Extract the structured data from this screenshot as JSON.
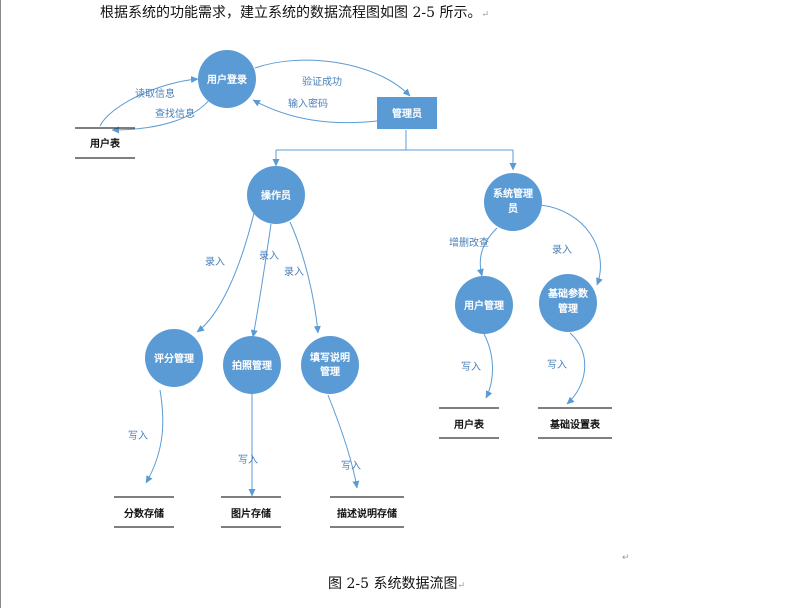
{
  "intro_text": "根据系统的功能需求，建立系统的数据流程图如图 2-5 所示。",
  "caption": "图 2-5  系统数据流图",
  "paragraph_mark": "↵",
  "colors": {
    "node": "#5b9bd5",
    "flow_label": "#4a7fb8",
    "store_text": "#111111"
  },
  "nodes": {
    "user_login": "用户登录",
    "admin": "管理员",
    "operator": "操作员",
    "sys_admin_1": "系统管理",
    "sys_admin_2": "员",
    "score_mgmt": "评分管理",
    "photo_mgmt": "拍照管理",
    "fill_desc_1": "填写说明",
    "fill_desc_2": "管理",
    "user_mgmt": "用户管理",
    "base_param_1": "基础参数",
    "base_param_2": "管理"
  },
  "stores": {
    "user_table_top": "用户表",
    "score_store": "分数存储",
    "image_store": "图片存储",
    "desc_store": "描述说明存储",
    "user_table": "用户表",
    "base_settings": "基础设置表"
  },
  "flows": {
    "read_info": "读取信息",
    "find_info": "查找信息",
    "verify_ok": "验证成功",
    "input_pwd": "输入密码",
    "enter_1": "录入",
    "enter_2": "录入",
    "enter_3": "录入",
    "crud": "增删改查",
    "enter_4": "录入",
    "write_1": "写入",
    "write_2": "写入",
    "write_3": "写入",
    "write_4": "写入",
    "write_5": "写入"
  }
}
